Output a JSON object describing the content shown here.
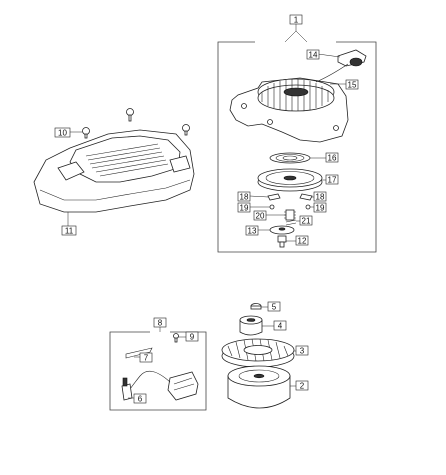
{
  "callouts": {
    "c1": "1",
    "c2": "2",
    "c3": "3",
    "c4": "4",
    "c5": "5",
    "c6": "6",
    "c7": "7",
    "c8": "8",
    "c9": "9",
    "c10": "10",
    "c11": "11",
    "c12": "12",
    "c13": "13",
    "c14": "14",
    "c15": "15",
    "c16": "16",
    "c17": "17",
    "c18a": "18",
    "c18b": "18",
    "c19a": "19",
    "c19b": "19",
    "c20": "20",
    "c21": "21"
  }
}
